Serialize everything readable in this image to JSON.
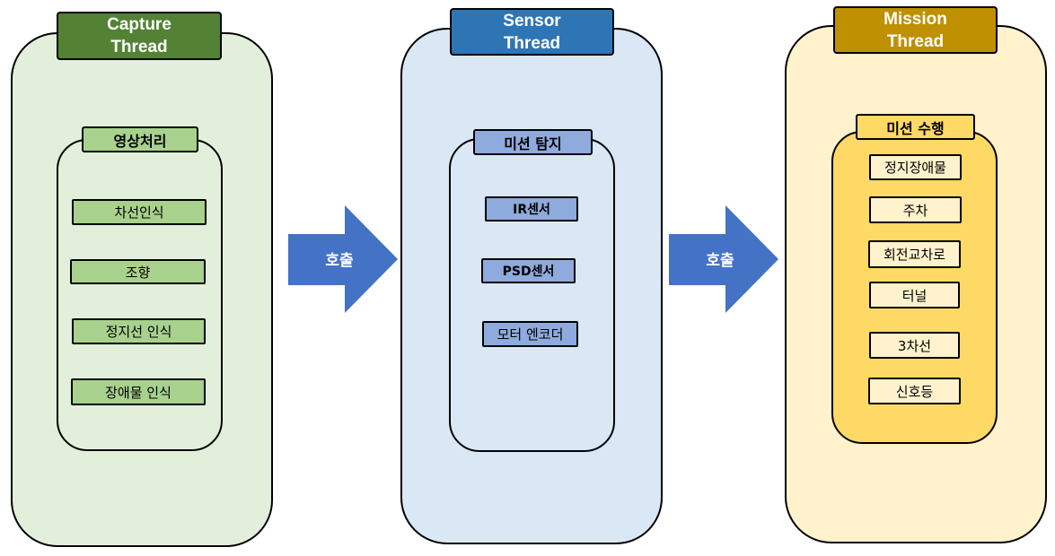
{
  "threads": [
    {
      "title_line1": "Capture",
      "title_line2": "Thread",
      "section": "영상처리",
      "items": [
        "차선인식",
        "조향",
        "정지선 인식",
        "장애물 인식"
      ],
      "colors": {
        "panel": "#e2efda",
        "title": "#548235",
        "section": "#a9d18e",
        "item": "#a9d18e"
      }
    },
    {
      "title_line1": "Sensor",
      "title_line2": "Thread",
      "section": "미션 탐지",
      "items": [
        "IR센서",
        "PSD센서",
        "모터 엔코더"
      ],
      "colors": {
        "panel": "#dae7f5",
        "title": "#2e75b6",
        "section": "#8faadc",
        "item": "#8faadc"
      }
    },
    {
      "title_line1": "Mission",
      "title_line2": "Thread",
      "section": "미션 수행",
      "items": [
        "정지장애물",
        "주차",
        "회전교차로",
        "터널",
        "3차선",
        "신호등"
      ],
      "colors": {
        "panel": "#fff2cc",
        "title": "#bf9000",
        "section": "#ffd966",
        "item": "#fff2cc"
      }
    }
  ],
  "arrows": [
    {
      "label": "호출",
      "color": "#4472c4"
    },
    {
      "label": "호출",
      "color": "#4472c4"
    }
  ]
}
